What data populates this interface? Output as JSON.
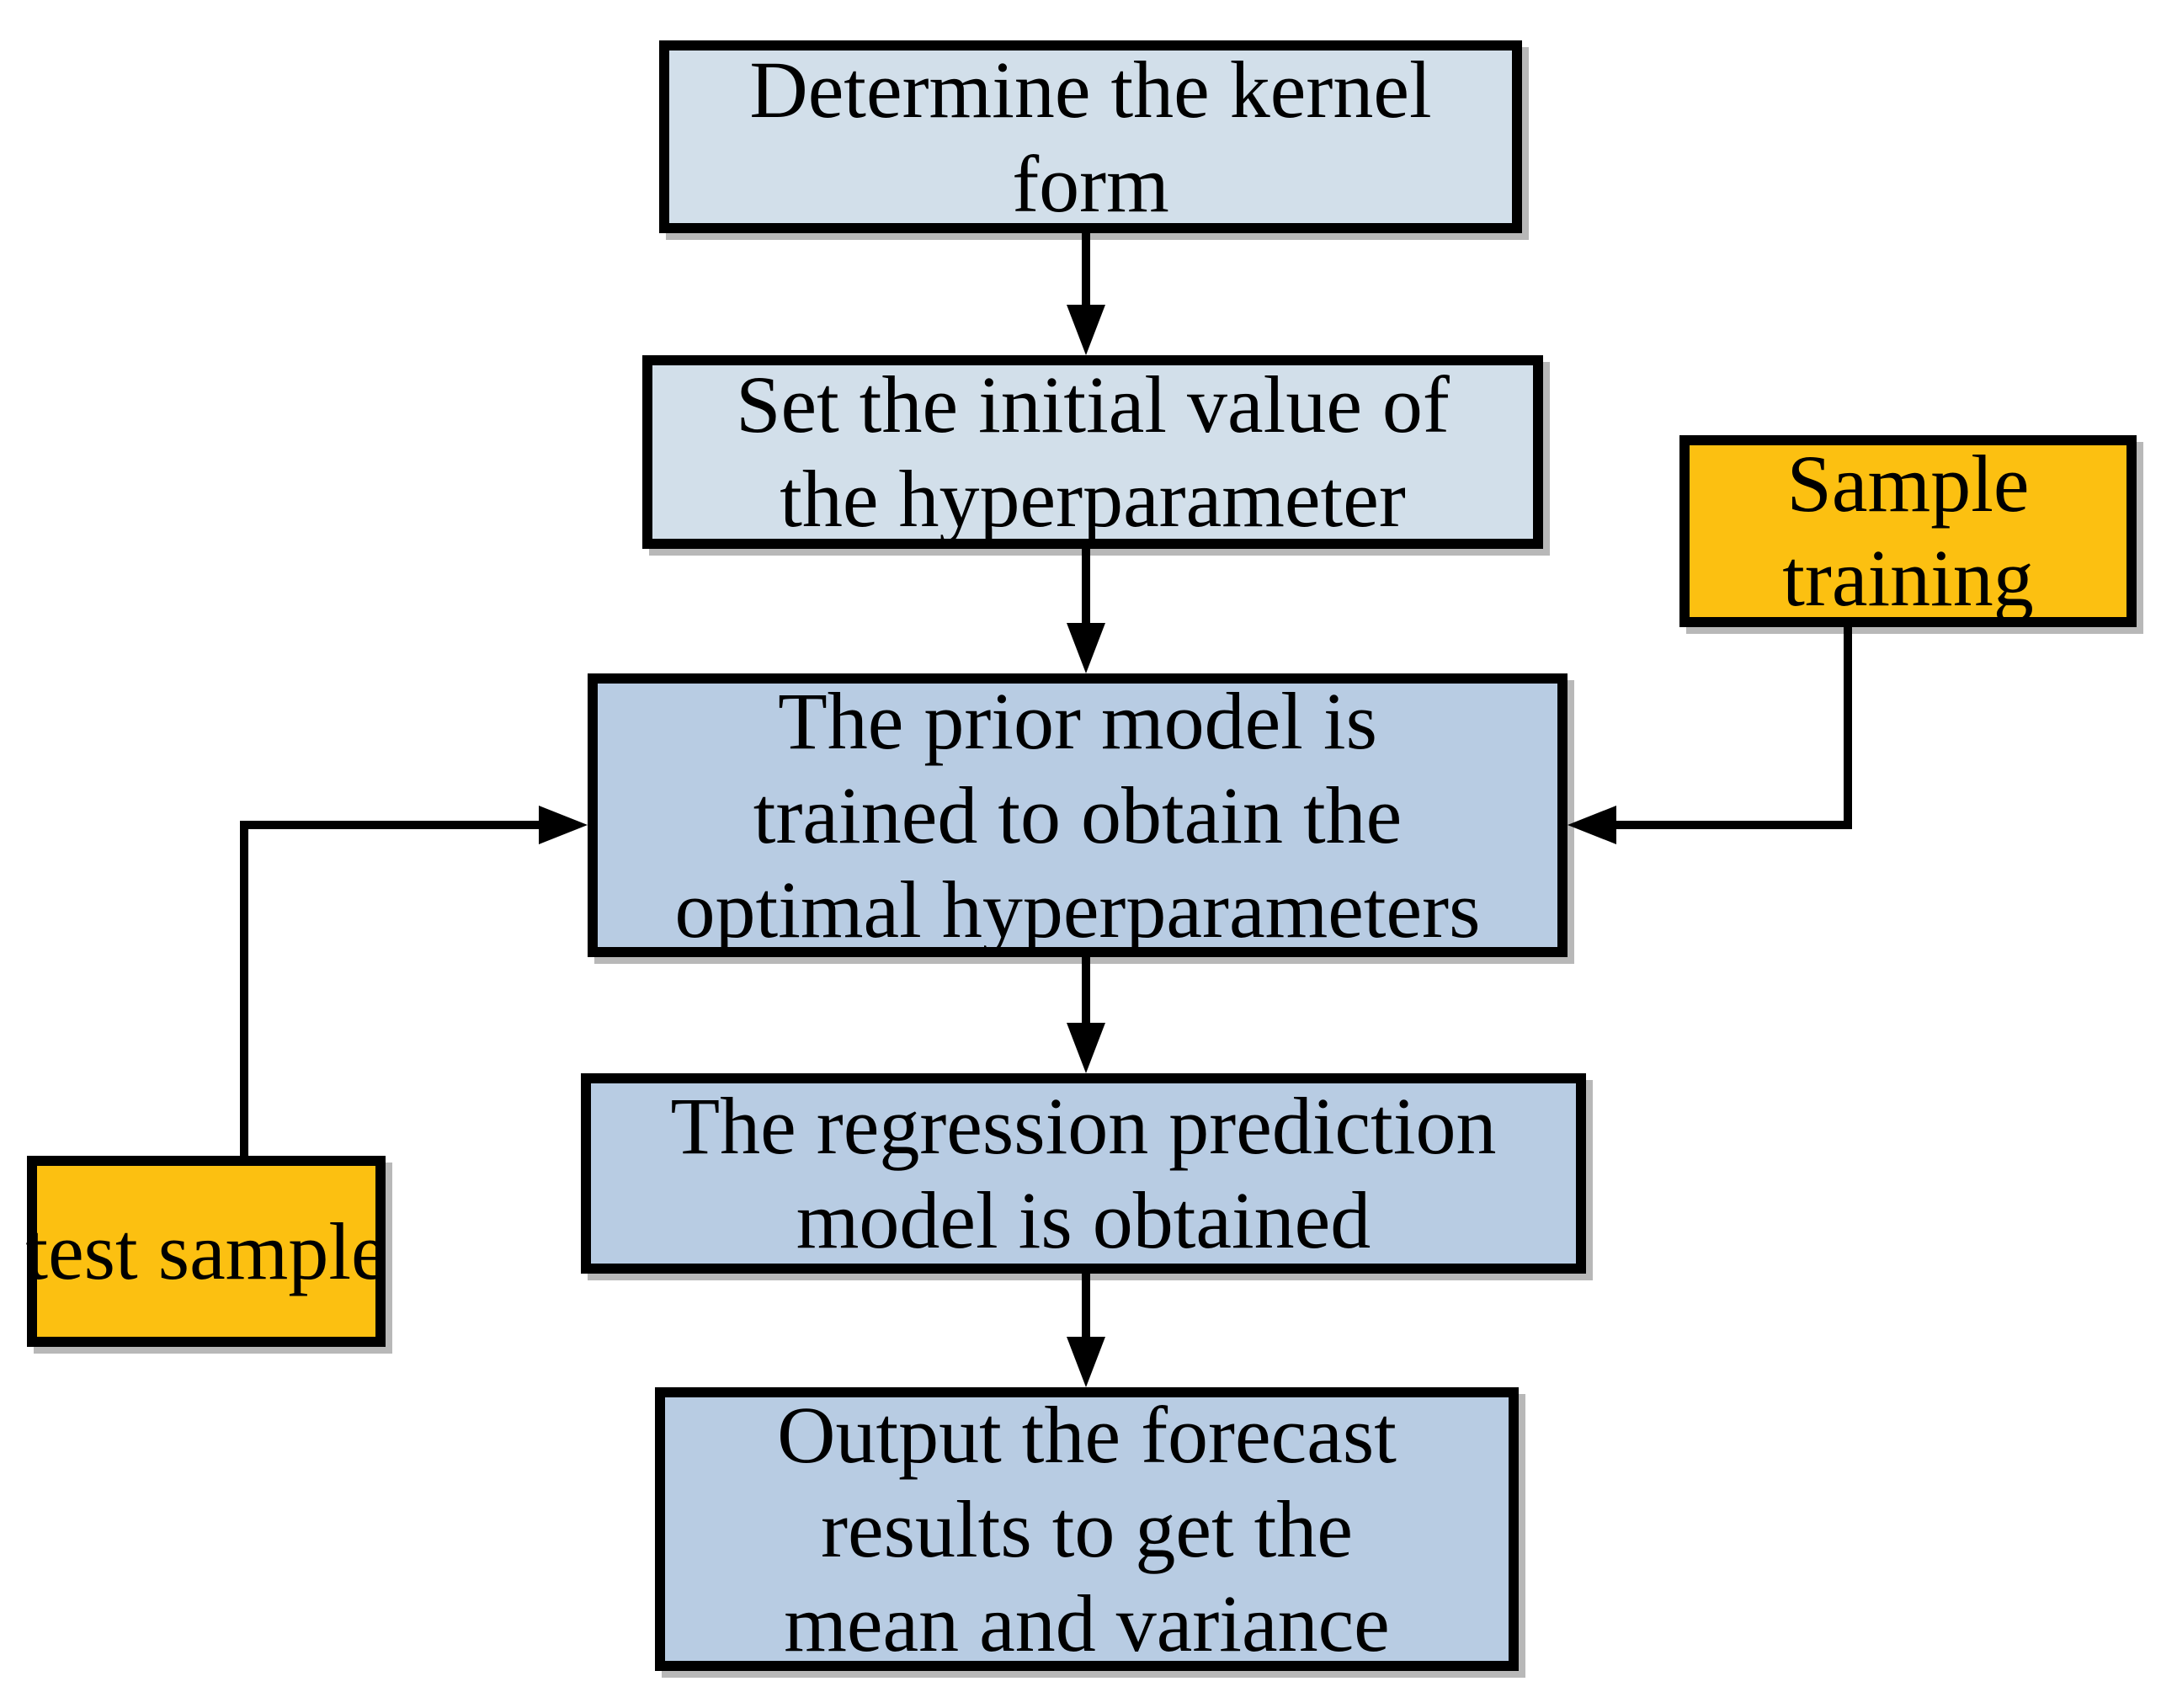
{
  "diagram": {
    "type": "flowchart",
    "nodes": {
      "determine_kernel": {
        "role": "process",
        "text": "Determine the kernel form",
        "lines": [
          "Determine the kernel",
          "form"
        ]
      },
      "set_initial": {
        "role": "process",
        "text": "Set the initial value of the hyperparameter",
        "lines": [
          "Set the initial value of",
          "the hyperparameter"
        ]
      },
      "prior_model": {
        "role": "process",
        "text": "The prior model is trained to obtain the optimal hyperparameters",
        "lines": [
          "The prior model is",
          "trained to obtain the",
          "optimal hyperparameters"
        ]
      },
      "regression_model": {
        "role": "process",
        "text": "The regression prediction model is obtained",
        "lines": [
          "The regression prediction",
          "model is obtained"
        ]
      },
      "output_forecast": {
        "role": "process",
        "text": "Output the forecast results to get the mean and variance",
        "lines": [
          "Output the forecast",
          "results to get the",
          "mean and variance"
        ]
      },
      "sample_training": {
        "role": "data-input",
        "text": "Sample training",
        "lines": [
          "Sample",
          "training"
        ]
      },
      "test_sample": {
        "role": "data-input",
        "text": "test sample",
        "lines": [
          "test sample"
        ]
      }
    },
    "edges": [
      {
        "from": "determine_kernel",
        "to": "set_initial"
      },
      {
        "from": "set_initial",
        "to": "prior_model"
      },
      {
        "from": "sample_training",
        "to": "prior_model"
      },
      {
        "from": "test_sample",
        "to": "prior_model"
      },
      {
        "from": "prior_model",
        "to": "regression_model"
      },
      {
        "from": "regression_model",
        "to": "output_forecast"
      }
    ],
    "colors": {
      "process_fill_top": "#d2dfea",
      "process_fill_main": "#b8cce3",
      "data_fill": "#fcc011",
      "stroke": "#000000",
      "background": "#ffffff"
    }
  }
}
